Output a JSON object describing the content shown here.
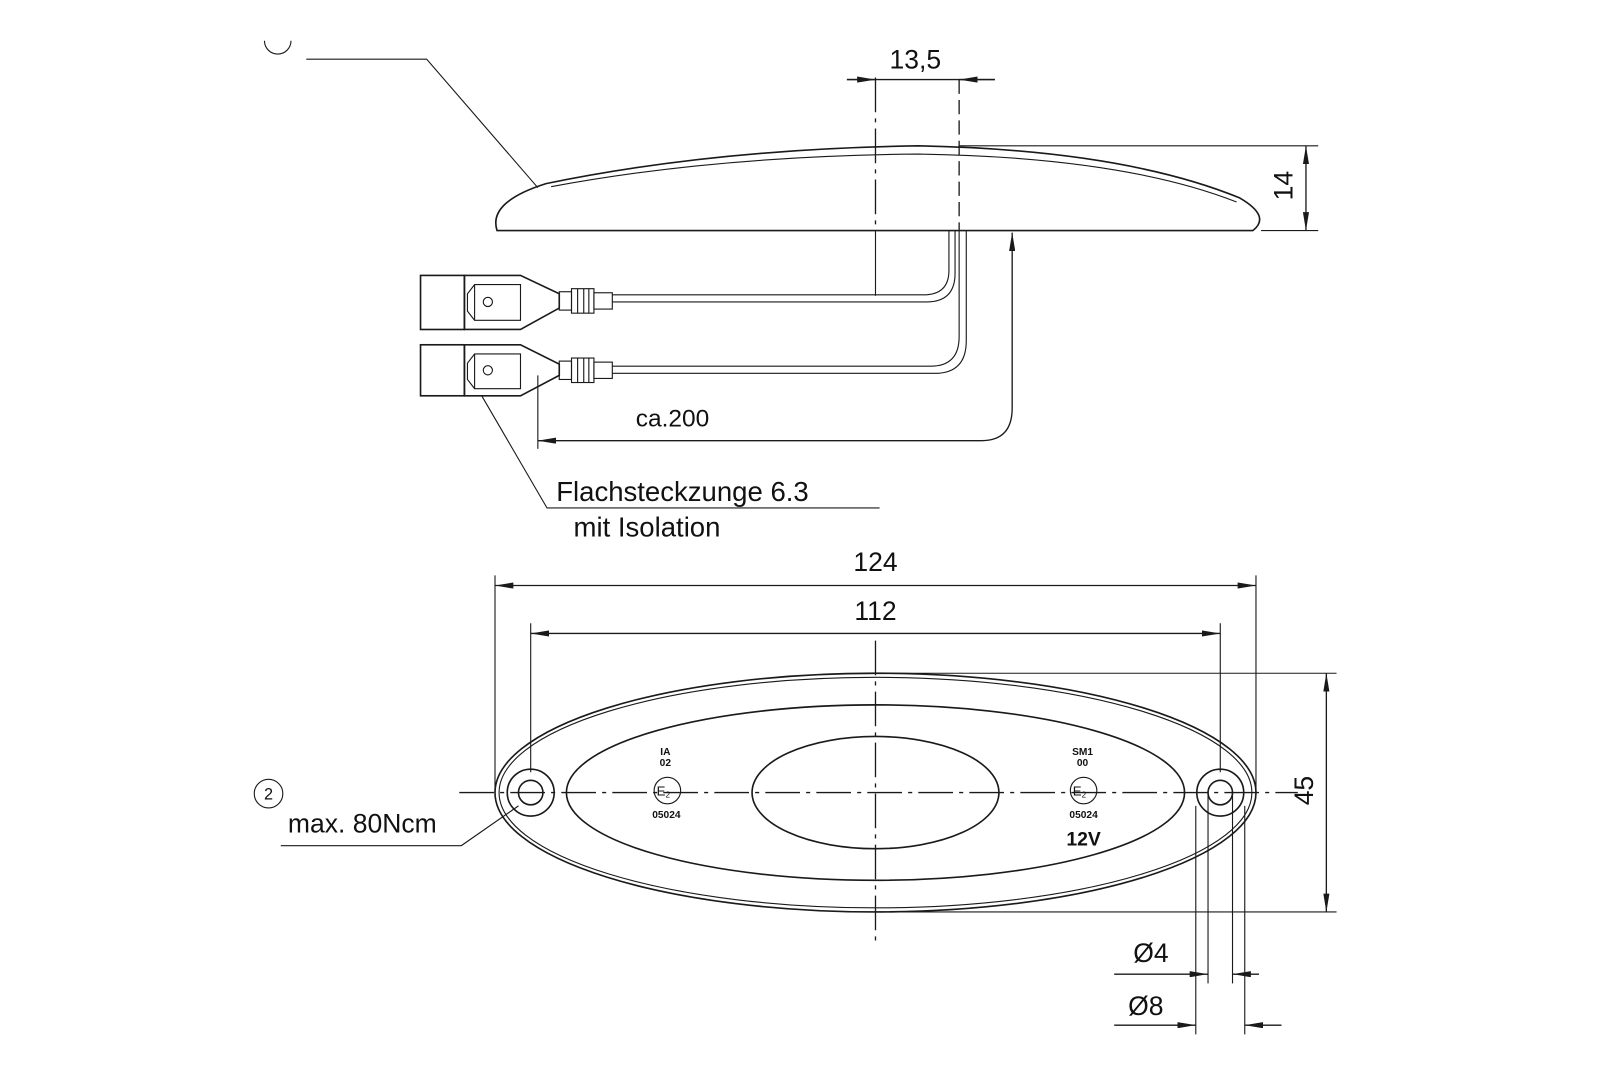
{
  "top_view": {
    "dim_spacing_label": "13,5",
    "dim_height_label": "14",
    "cable_length_label": "ca.200",
    "connector_label_line1": "Flachsteckzunge 6.3",
    "connector_label_line2": "mit Isolation"
  },
  "bottom_view": {
    "dim_overall_length": "124",
    "dim_hole_spacing": "112",
    "dim_height": "45",
    "dim_hole_inner": "Ø4",
    "dim_hole_outer": "Ø8",
    "torque_callout_number": "2",
    "torque_label": "max. 80Ncm",
    "marking_left": {
      "line1": "IA",
      "line2": "02",
      "approval": "E",
      "approval_sub": "2",
      "code": "05024"
    },
    "marking_right": {
      "line1": "SM1",
      "line2": "00",
      "approval": "E",
      "approval_sub": "2",
      "code": "05024",
      "voltage": "12V"
    }
  }
}
